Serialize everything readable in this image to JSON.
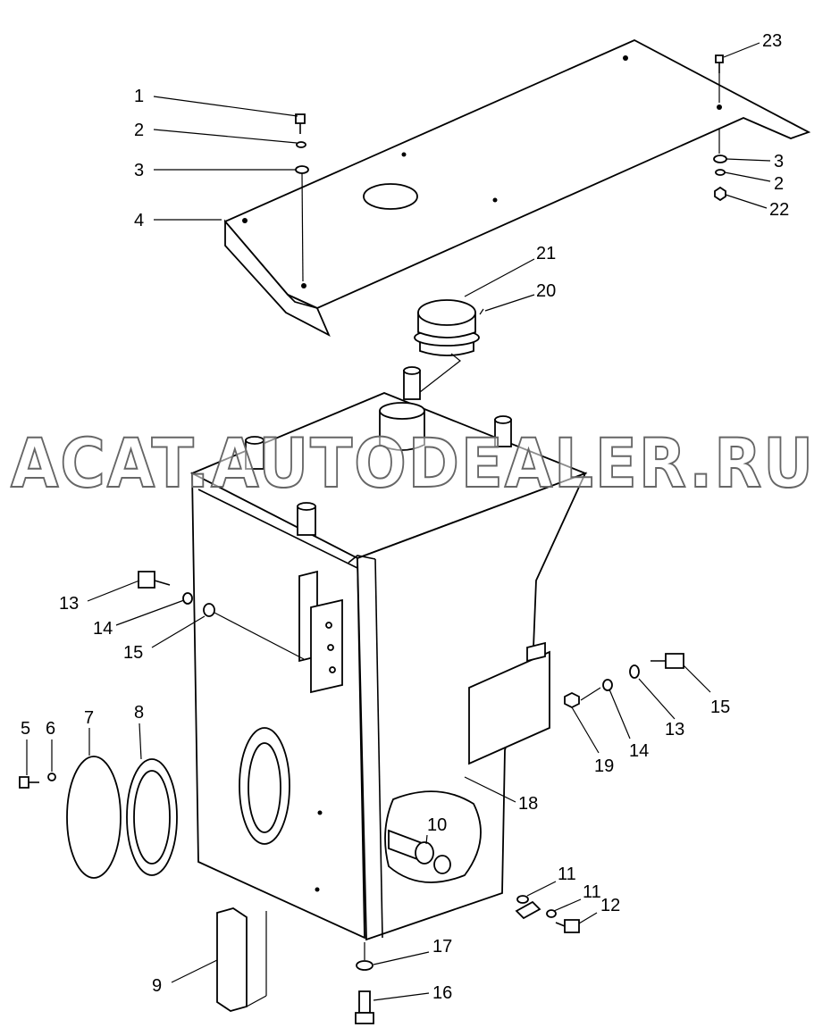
{
  "diagram": {
    "callouts": [
      {
        "id": "c1",
        "text": "1"
      },
      {
        "id": "c2a",
        "text": "2"
      },
      {
        "id": "c3a",
        "text": "3"
      },
      {
        "id": "c4",
        "text": "4"
      },
      {
        "id": "c23",
        "text": "23"
      },
      {
        "id": "c3b",
        "text": "3"
      },
      {
        "id": "c2b",
        "text": "2"
      },
      {
        "id": "c22",
        "text": "22"
      },
      {
        "id": "c21",
        "text": "21"
      },
      {
        "id": "c20",
        "text": "20"
      },
      {
        "id": "c13a",
        "text": "13"
      },
      {
        "id": "c14a",
        "text": "14"
      },
      {
        "id": "c15a",
        "text": "15"
      },
      {
        "id": "c15b",
        "text": "15"
      },
      {
        "id": "c13b",
        "text": "13"
      },
      {
        "id": "c14b",
        "text": "14"
      },
      {
        "id": "c19",
        "text": "19"
      },
      {
        "id": "c18",
        "text": "18"
      },
      {
        "id": "c5",
        "text": "5"
      },
      {
        "id": "c6",
        "text": "6"
      },
      {
        "id": "c7",
        "text": "7"
      },
      {
        "id": "c8",
        "text": "8"
      },
      {
        "id": "c10",
        "text": "10"
      },
      {
        "id": "c11a",
        "text": "11"
      },
      {
        "id": "c11b",
        "text": "11"
      },
      {
        "id": "c12",
        "text": "12"
      },
      {
        "id": "c9",
        "text": "9"
      },
      {
        "id": "c17",
        "text": "17"
      },
      {
        "id": "c16",
        "text": "16"
      }
    ],
    "watermark": "ACAT.AUTODEALER.RU"
  }
}
